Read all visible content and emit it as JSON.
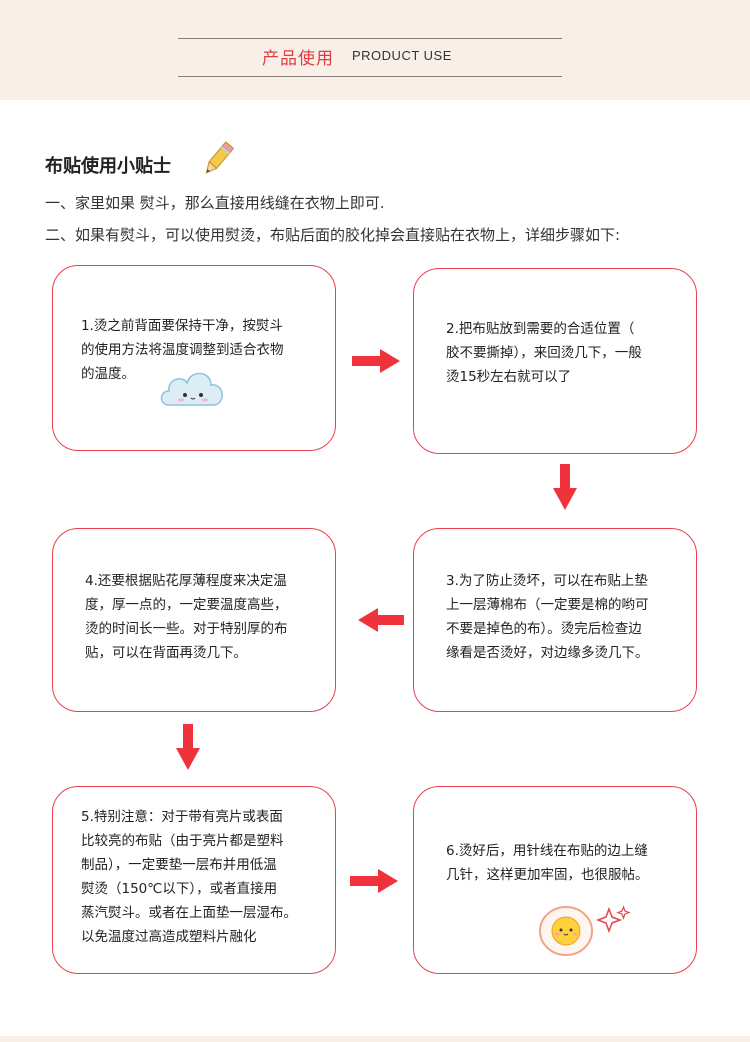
{
  "header": {
    "title_cn": "产品使用",
    "title_en": "PRODUCT USE"
  },
  "section": {
    "title": "布贴使用小贴士",
    "intro_1": "一、家里如果 熨斗，那么直接用线缝在衣物上即可.",
    "intro_2": "二、如果有熨斗，可以使用熨烫，布贴后面的胶化掉会直接贴在衣物上，详细步骤如下:"
  },
  "steps": [
    {
      "lines": [
        "1.烫之前背面要保持干净，按熨斗",
        "的使用方法将温度调整到适合衣物",
        "的温度。"
      ]
    },
    {
      "lines": [
        "2.把布贴放到需要的合适位置（",
        "胶不要撕掉），来回烫几下，一般",
        "烫15秒左右就可以了"
      ]
    },
    {
      "lines": [
        "3.为了防止烫坏，可以在布贴上垫",
        "上一层薄棉布（一定要是棉的哟可",
        "不要是掉色的布）。烫完后检查边",
        "缘看是否烫好，对边缘多烫几下。"
      ]
    },
    {
      "lines": [
        "4.还要根据贴花厚薄程度来决定温",
        "度，厚一点的，一定要温度高些，",
        "烫的时间长一些。对于特别厚的布",
        "贴，可以在背面再烫几下。"
      ]
    },
    {
      "lines": [
        "5.特别注意：对于带有亮片或表面",
        "比较亮的布贴（由于亮片都是塑料",
        "制品），一定要垫一层布并用低温",
        "熨烫（150℃以下），或者直接用",
        "蒸汽熨斗。或者在上面垫一层湿布。",
        "以免温度过高造成塑料片融化"
      ]
    },
    {
      "lines": [
        "6.烫好后，用针线在布贴的边上缝",
        "几针，这样更加牢固，也很服帖。"
      ]
    }
  ],
  "colors": {
    "accent": "#e8424c",
    "arrow": "#f0323c",
    "banner_bg": "#f8efe8"
  },
  "icons": [
    "pencil-icon",
    "cloud-icon",
    "egg-icon",
    "sparkle-icon",
    "arrow-right-icon",
    "arrow-down-icon",
    "arrow-left-icon"
  ]
}
